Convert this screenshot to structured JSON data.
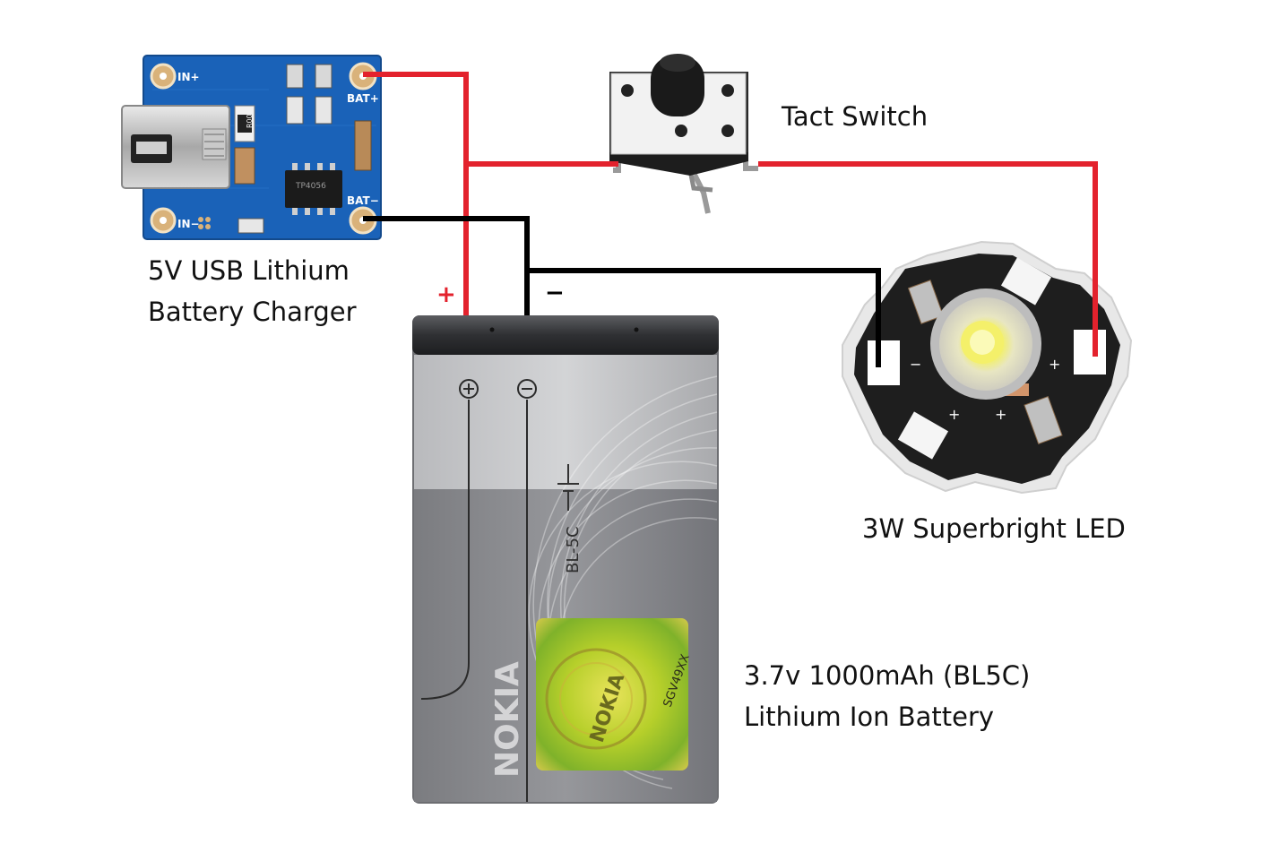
{
  "charger": {
    "title_line1": "5V USB Lithium",
    "title_line2": "Battery Charger",
    "pads": {
      "in_plus": "IN+",
      "in_minus": "IN−",
      "bat_plus": "BAT+",
      "bat_minus": "BAT−"
    },
    "chip_text": "TP4056",
    "resistor_text": "R00"
  },
  "switch": {
    "label": "Tact Switch"
  },
  "led": {
    "label": "3W Superbright LED"
  },
  "battery": {
    "label_line1": "3.7v 1000mAh (BL5C)",
    "label_line2": "Lithium Ion Battery",
    "brand": "NOKIA",
    "model": "BL-5C",
    "hologram_brand": "NOKIA",
    "hologram_code": "SGV49XX"
  },
  "polarity": {
    "plus": "+",
    "minus": "−"
  },
  "colors": {
    "positive_wire": "#e3222d",
    "negative_wire": "#000000",
    "pcb": "#1a62b8",
    "battery_body": "#8e8f93"
  }
}
